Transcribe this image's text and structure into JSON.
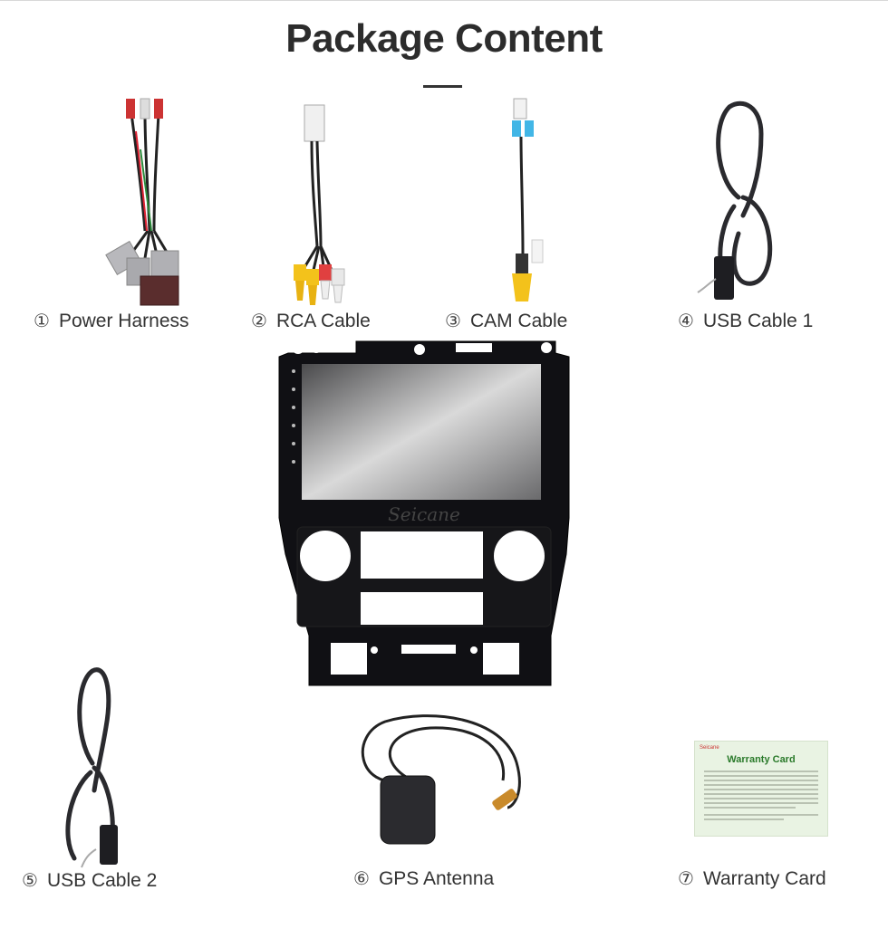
{
  "page": {
    "title": "Package Content"
  },
  "items": [
    {
      "num": "①",
      "label": "Power Harness",
      "icon": "power-harness-icon"
    },
    {
      "num": "②",
      "label": "RCA Cable",
      "icon": "rca-cable-icon"
    },
    {
      "num": "③",
      "label": "CAM Cable",
      "icon": "cam-cable-icon"
    },
    {
      "num": "④",
      "label": "USB Cable 1",
      "icon": "usb-cable-icon"
    },
    {
      "num": "⑤",
      "label": "USB Cable 2",
      "icon": "usb-cable-icon"
    },
    {
      "num": "⑥",
      "label": "GPS Antenna",
      "icon": "gps-antenna-icon"
    },
    {
      "num": "⑦",
      "label": "Warranty Card",
      "icon": "warranty-card-icon"
    }
  ],
  "head_unit": {
    "brand": "Seicane"
  },
  "warranty_card": {
    "brand": "Seicane",
    "title": "Warranty Card"
  },
  "colors": {
    "title": "#2c2c2c",
    "card_title": "#2a7a2a",
    "card_bg": "#e9f3e3",
    "panel": "#101014"
  }
}
